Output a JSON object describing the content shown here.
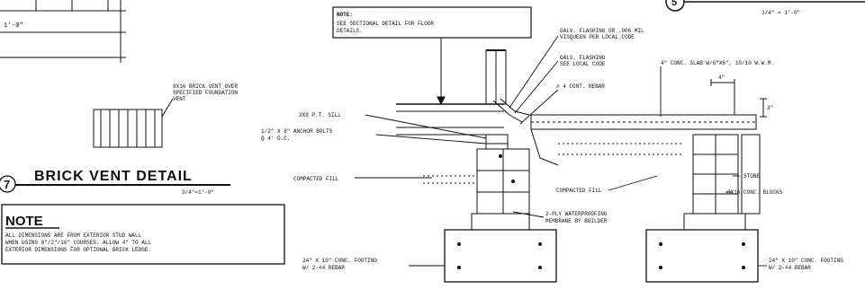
{
  "left_panel": {
    "dimension_label": "1'-0\"",
    "vent_note": [
      "8X16 BRICK VENT OVER",
      "SPECIFIED FOUNDATION",
      "VENT"
    ],
    "detail_number": "7",
    "detail_title": "BRICK VENT DETAIL",
    "detail_scale": "3/4\"=1'-0\"",
    "note_title": "NOTE",
    "note_lines": [
      "ALL DIMENSIONS ARE FROM EXTERIOR STUD WALL",
      "WHEN USING 8\"/2\"/16\" COURSES. ALLOW 4\" TO ALL",
      "EXTERIOR DIMENSIONS FOR OPTIONAL BRICK LEDGE."
    ]
  },
  "main_detail": {
    "note_title": "NOTE:",
    "note_lines": [
      "SEE SECTIONAL DETAIL FOR FLOOR",
      "DETAILS."
    ],
    "detail_number": "5",
    "scale": "3/4\" = 1'-0\"",
    "dimension_top": "4\"",
    "dimension_right": "3\"",
    "labels": {
      "galv_flashing": [
        "GALV. FLASHING OR .006 MIL",
        "VISQUEEN PER LOCAL CODE"
      ],
      "galv_flashing2": [
        "GALV. FLASHING",
        "SEE LOCAL CODE"
      ],
      "rebar": "# 4 CONT. REBAR",
      "slab": "4\" CONC. SLAB W/6\"X6\", 10/10 W.W.M.",
      "sill": "2X8 P.T. SILL",
      "anchor_bolts": [
        "1/2\" X 8\" ANCHOR BOLTS",
        "@ 4' O.C."
      ],
      "compacted_fill_left": "COMPACTED FILL",
      "compacted_fill_right": "COMPACTED FILL",
      "stone": "STONE",
      "conc_block": "8X16 CONC. BLOCKS",
      "waterproofing": [
        "2-PLY WATERPROOFING",
        "MEMBRANE BY BUILDER"
      ],
      "footing_left": [
        "24\" X 10\" CONC. FOOTING",
        "W/ 2-#4 REBAR"
      ],
      "footing_right": [
        "24\" X 10\" CONC. FOOTING",
        "W/ 2-#4 REBAR"
      ]
    }
  }
}
